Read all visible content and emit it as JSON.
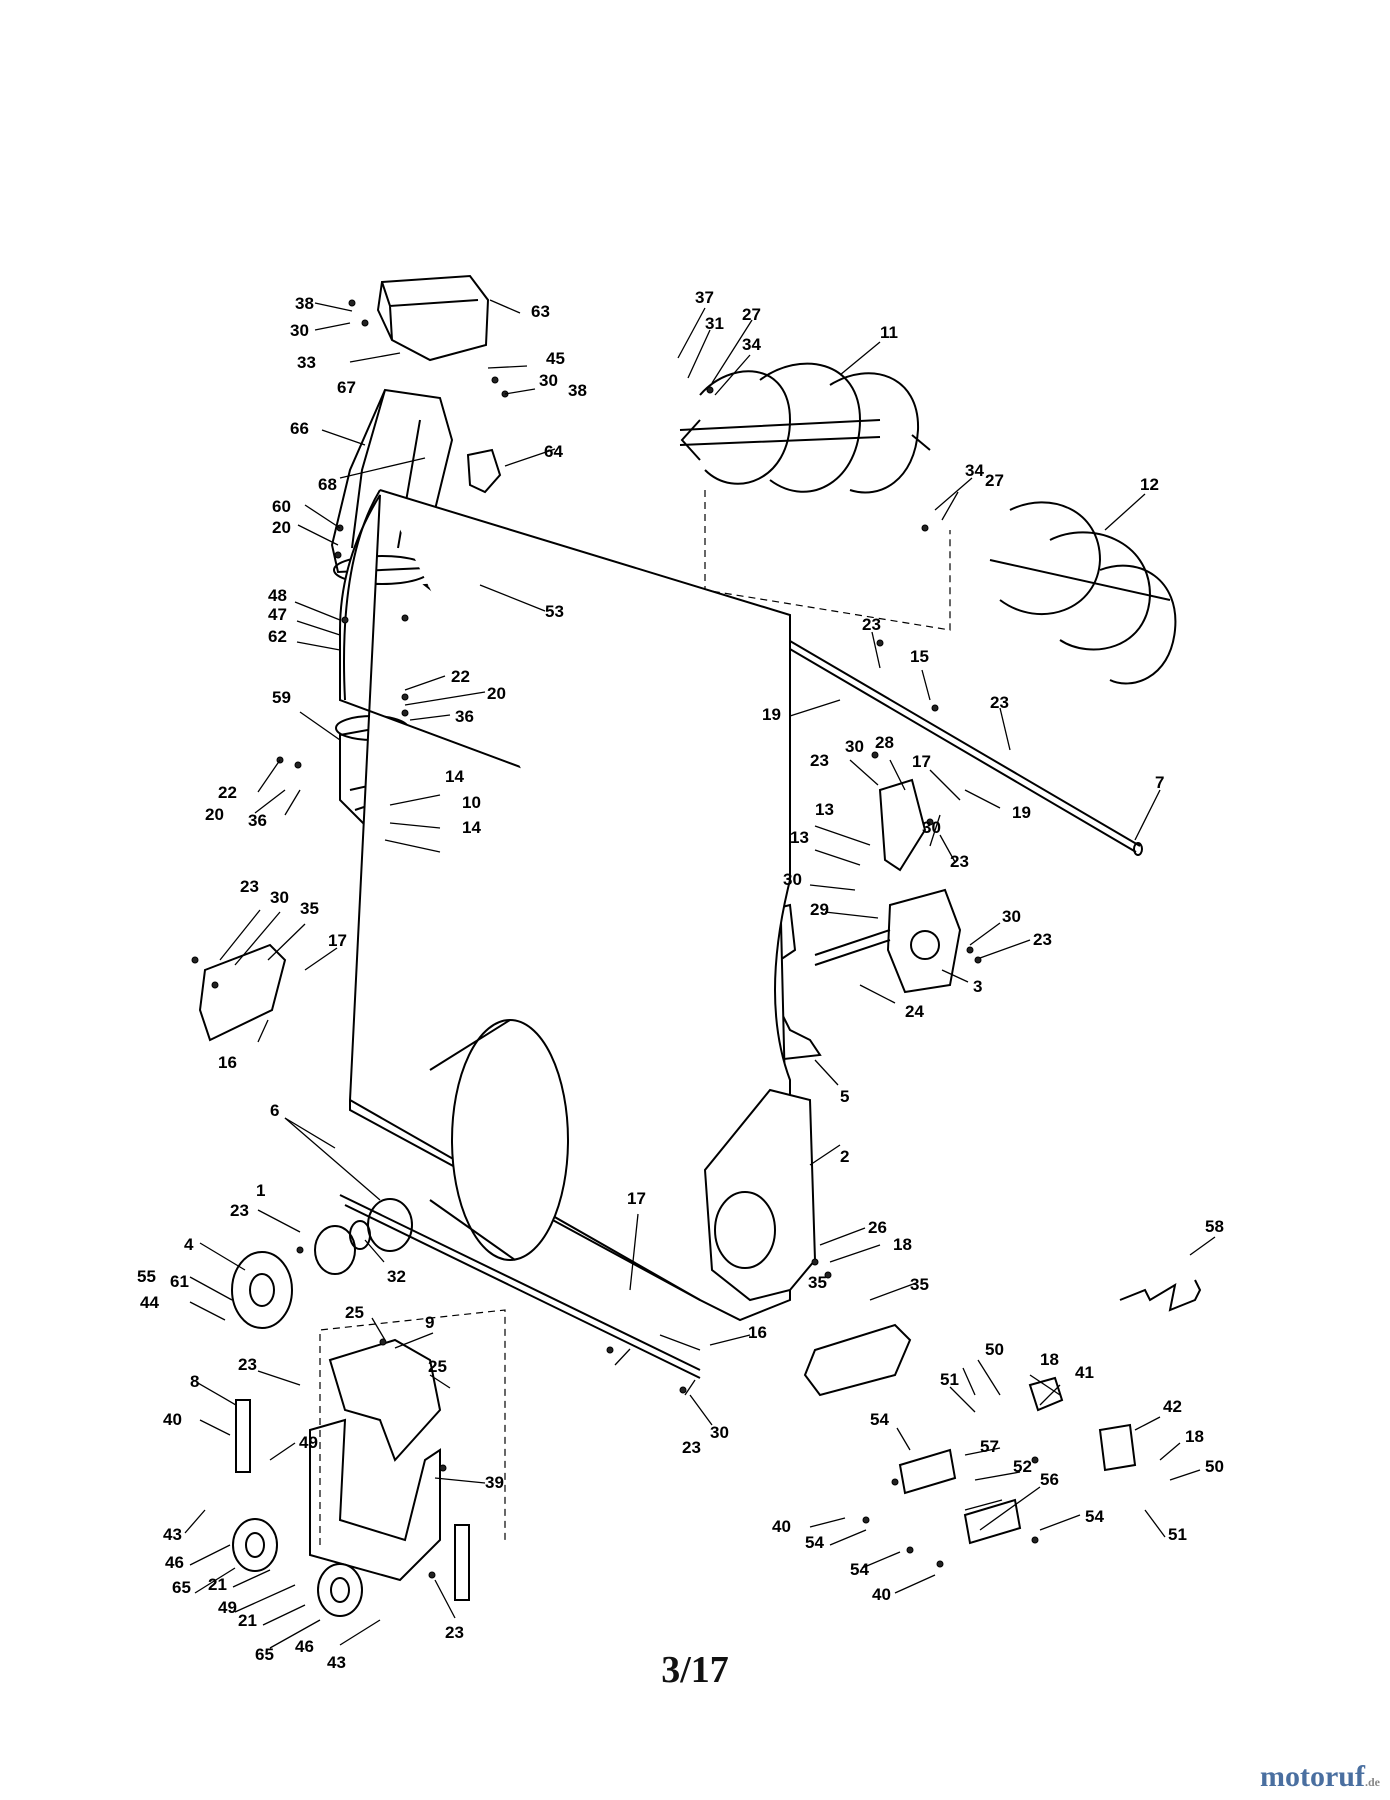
{
  "page": {
    "number": "3/17"
  },
  "watermark": {
    "brand": "motoruf",
    "accent": "f",
    "tld": ".de"
  },
  "colors": {
    "ink": "#000000",
    "paper": "#ffffff",
    "watermark_blue": "#4a6fa0",
    "watermark_orange": "#c8741c"
  },
  "callouts": [
    "1",
    "2",
    "3",
    "4",
    "5",
    "6",
    "7",
    "8",
    "9",
    "10",
    "11",
    "12",
    "13",
    "14",
    "15",
    "16",
    "17",
    "18",
    "19",
    "20",
    "21",
    "22",
    "23",
    "24",
    "25",
    "26",
    "27",
    "28",
    "29",
    "30",
    "31",
    "32",
    "33",
    "34",
    "35",
    "36",
    "37",
    "38",
    "39",
    "40",
    "41",
    "42",
    "43",
    "44",
    "45",
    "46",
    "47",
    "48",
    "49",
    "50",
    "51",
    "52",
    "53",
    "54",
    "55",
    "56",
    "57",
    "58",
    "59",
    "60",
    "61",
    "62",
    "63",
    "64",
    "65",
    "66",
    "67",
    "68"
  ]
}
